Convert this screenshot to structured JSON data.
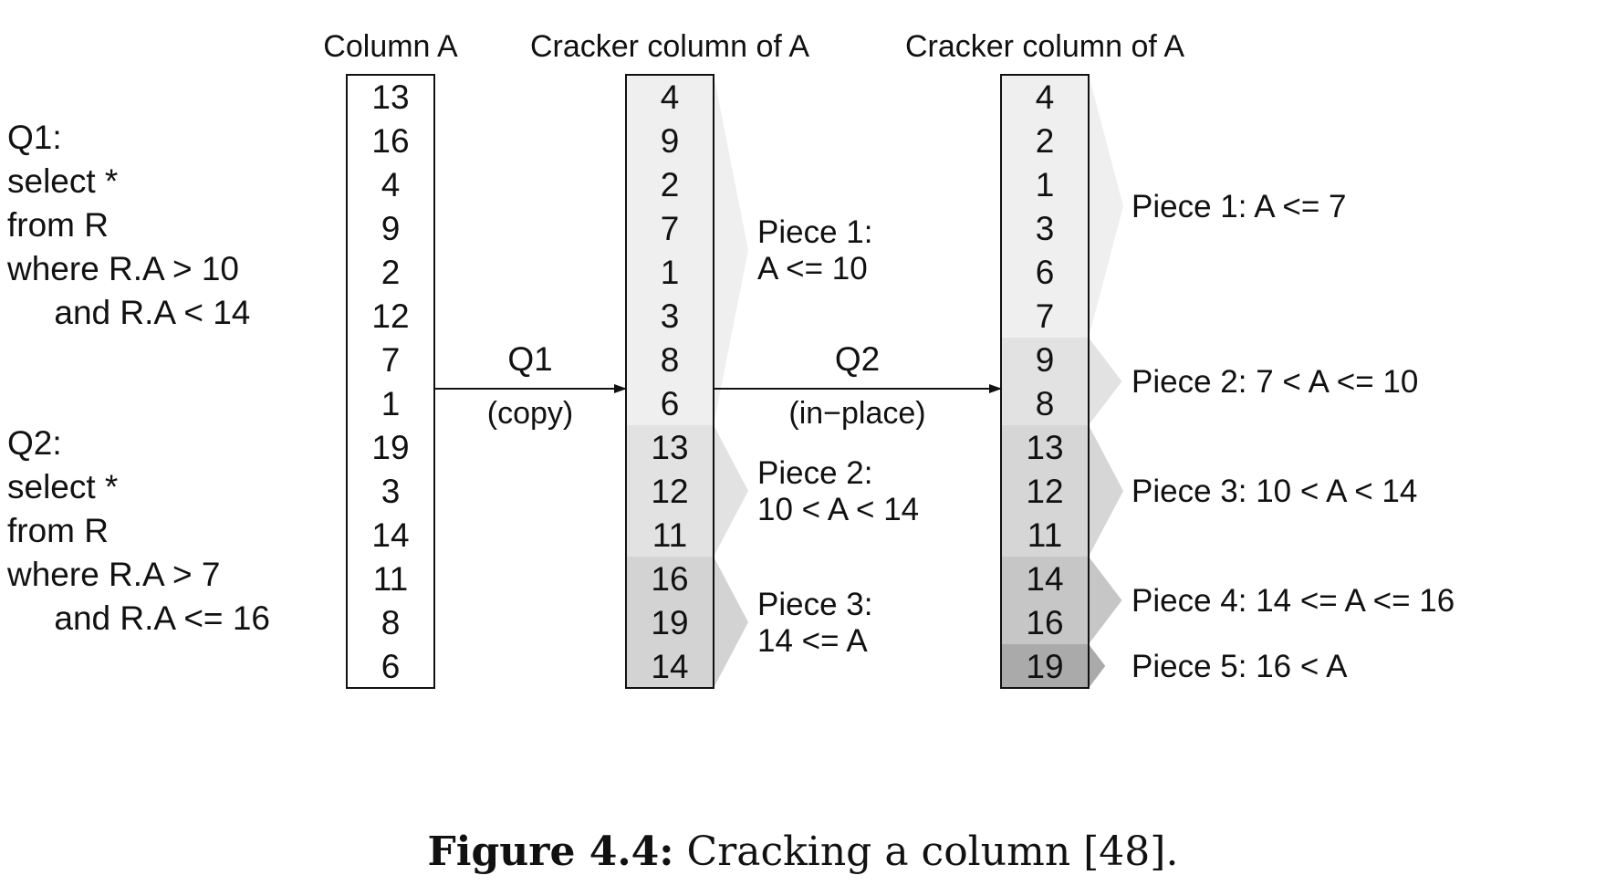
{
  "columns": [
    {
      "title": "Column A",
      "values": [
        "13",
        "16",
        "4",
        "9",
        "2",
        "12",
        "7",
        "1",
        "19",
        "3",
        "14",
        "11",
        "8",
        "6"
      ],
      "pieces": []
    },
    {
      "title": "Cracker column of A",
      "values": [
        "4",
        "9",
        "2",
        "7",
        "1",
        "3",
        "8",
        "6",
        "13",
        "12",
        "11",
        "16",
        "19",
        "14"
      ],
      "pieces": [
        {
          "count": 8,
          "shade": "#efefef",
          "label": [
            "Piece 1:",
            "A <= 10"
          ]
        },
        {
          "count": 3,
          "shade": "#e2e2e2",
          "label": [
            "Piece 2:",
            "10 < A < 14"
          ]
        },
        {
          "count": 3,
          "shade": "#d3d3d3",
          "label": [
            "Piece 3:",
            "14 <= A"
          ]
        }
      ]
    },
    {
      "title": "Cracker column of A",
      "values": [
        "4",
        "2",
        "1",
        "3",
        "6",
        "7",
        "9",
        "8",
        "13",
        "12",
        "11",
        "14",
        "16",
        "19"
      ],
      "pieces": [
        {
          "count": 6,
          "shade": "#efefef",
          "label": [
            "Piece 1: A <= 7"
          ]
        },
        {
          "count": 2,
          "shade": "#e2e2e2",
          "label": [
            "Piece 2: 7 < A <= 10"
          ]
        },
        {
          "count": 3,
          "shade": "#d6d6d6",
          "label": [
            "Piece 3: 10 < A < 14"
          ]
        },
        {
          "count": 2,
          "shade": "#c6c6c6",
          "label": [
            "Piece 4: 14 <= A <= 16"
          ]
        },
        {
          "count": 1,
          "shade": "#aaaaaa",
          "label": [
            "Piece 5: 16 < A"
          ]
        }
      ]
    }
  ],
  "arrows": [
    {
      "label": "Q1",
      "sub": "(copy)"
    },
    {
      "label": "Q2",
      "sub": "(in−place)"
    }
  ],
  "queries": [
    {
      "lines": [
        "Q1:",
        "select *",
        "from R",
        "where R.A > 10",
        "   and R.A < 14"
      ]
    },
    {
      "lines": [
        "Q2:",
        "select *",
        "from R",
        "where R.A > 7",
        "   and R.A <= 16"
      ]
    }
  ],
  "caption": {
    "prefix": "Figure 4.4:",
    "text": " Cracking a column [48]."
  }
}
